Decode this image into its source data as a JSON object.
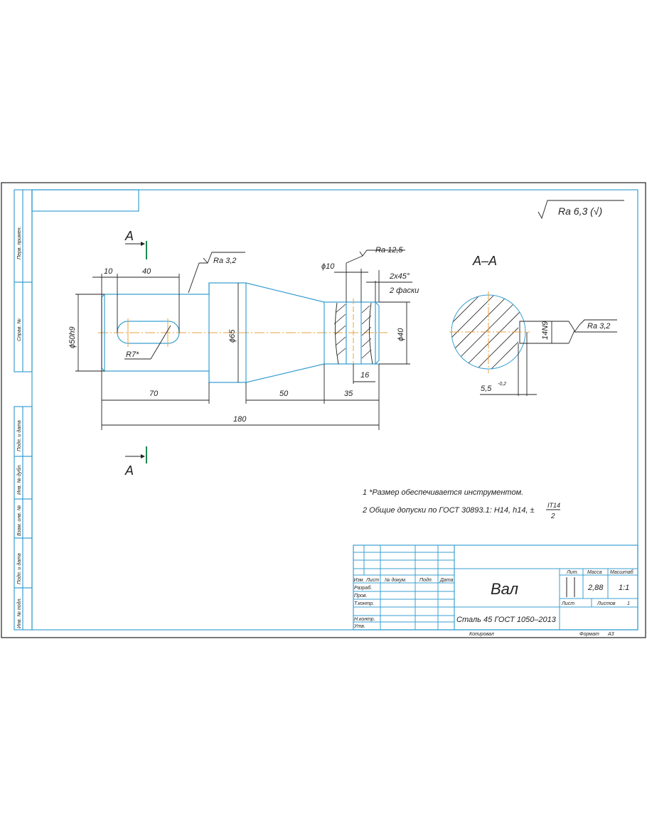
{
  "drawing": {
    "roughness_general": "Ra 6,3 (√)",
    "section_label": "A",
    "section_title": "A–A",
    "dimensions": {
      "key_offset": "10",
      "key_length": "40",
      "d50": "ϕ50h9",
      "key_radius": "R7*",
      "d65": "ϕ65",
      "d40": "ϕ40",
      "d10": "ϕ10",
      "len70": "70",
      "len50": "50",
      "len35": "35",
      "len16": "16",
      "total": "180",
      "chamfer": "2x45°",
      "chamfer_count": "2 фаски",
      "key_width": "14N9",
      "key_depth": "5,5",
      "key_depth_tol": "-0,2"
    },
    "roughness": {
      "shaft": "Ra 3,2",
      "hole": "Ra 12,5",
      "keyway": "Ra 3,2"
    },
    "notes": [
      "1  *Размер обеспечивается инструментом.",
      "2  Общие допуски по ГОСТ 30893.1: H14, h14, ±"
    ],
    "note_fraction": {
      "num": "IT14",
      "den": "2"
    }
  },
  "side_strip": [
    "Перв. примен.",
    "Справ. №",
    "Подп. и дата",
    "Инв. № дубл.",
    "Взам. инв. №",
    "Подп. и дата",
    "Инв. № подл."
  ],
  "title_block": {
    "headers": [
      "Изм.",
      "Лист",
      "№ докум.",
      "Подп.",
      "Дата"
    ],
    "roles": [
      "Разраб.",
      "Пров.",
      "Т.контр.",
      "Н.контр.",
      "Утв."
    ],
    "title": "Вал",
    "material": "Сталь 45 ГОСТ 1050–2013",
    "lit_label": "Лит.",
    "mass_label": "Масса",
    "scale_label": "Масштаб",
    "mass": "2,88",
    "scale": "1:1",
    "sheet_label": "Лист",
    "sheets_label": "Листов",
    "sheets": "1",
    "copied": "Копировал",
    "format_label": "Формат",
    "format": "А3"
  }
}
